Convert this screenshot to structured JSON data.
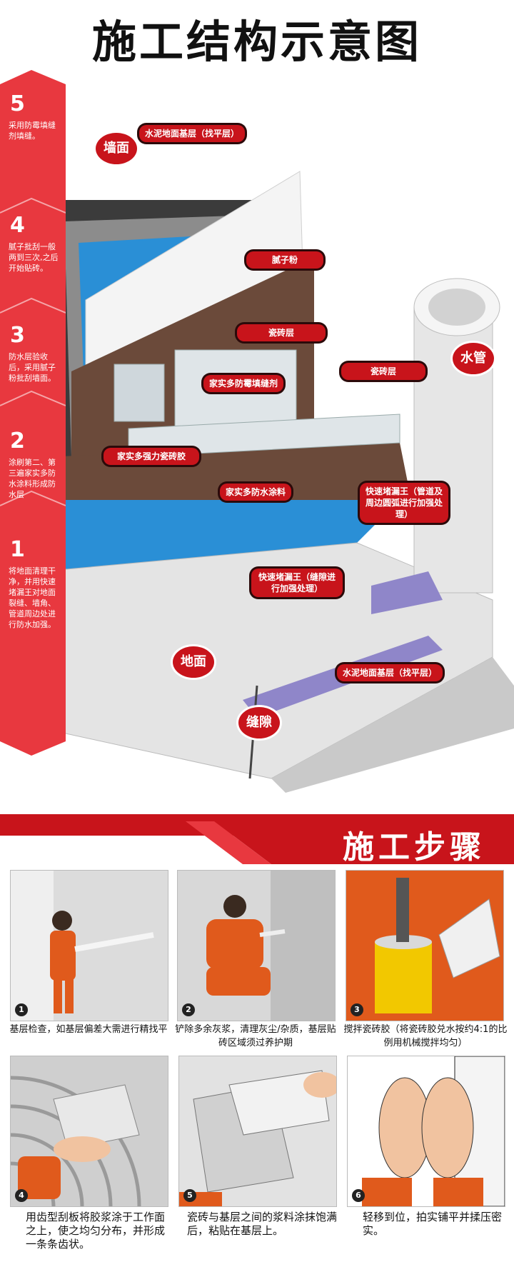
{
  "title": "施工结构示意图",
  "steps_sidebar": [
    {
      "num": "5",
      "text": "采用防霉填缝剂填缝。"
    },
    {
      "num": "4",
      "text": "腻子批刮一般两到三次,之后开始贴砖。"
    },
    {
      "num": "3",
      "text": "防水层验收后，采用腻子粉批刮墙面。"
    },
    {
      "num": "2",
      "text": "涂刷第二、第三遍家实多防水涂料形成防水层"
    },
    {
      "num": "1",
      "text": "将地面清理干净，并用快速堵漏王对地面裂缝、墙角、管道周边处进行防水加强。"
    }
  ],
  "callouts": {
    "wall_base": "水泥地面基层（找平层）",
    "putty": "腻子粉",
    "tile_layer_1": "瓷砖层",
    "tile_layer_2": "瓷砖层",
    "grout": "家实多防霉填缝剂",
    "tile_adhesive": "家实多强力瓷砖胶",
    "waterproof": "家实多防水涂料",
    "pipe_seal": "快速堵漏王（管道及周边圆弧进行加强处理）",
    "gap_seal": "快速堵漏王（缝隙进行加强处理）",
    "floor_base": "水泥地面基层（找平层）"
  },
  "bubbles": {
    "wall": "墙面",
    "pipe": "水管",
    "floor": "地面",
    "gap": "缝隙"
  },
  "steps_title": "施工步骤",
  "panels": [
    {
      "num": "1",
      "caption": "基层检查，如基层偏差大需进行精找平"
    },
    {
      "num": "2",
      "caption": "铲除多余灰浆，清理灰尘/杂质，基层贴砖区域须过养护期"
    },
    {
      "num": "3",
      "caption": "搅拌瓷砖胶（将瓷砖胶兑水按约4:1的比例用机械搅拌均匀）"
    },
    {
      "num": "4",
      "caption": "用齿型刮板将胶浆涂于工作面之上，使之均匀分布，并形成一条条齿状。"
    },
    {
      "num": "5",
      "caption": "瓷砖与基层之间的浆料涂抹饱满后，粘贴在基层上。"
    },
    {
      "num": "6",
      "caption": "轻移到位，拍实铺平并揉压密实。"
    }
  ],
  "colors": {
    "accent": "#c8141b",
    "worker": "#e05a1c",
    "blue": "#2a8fd6",
    "brown": "#6b4a3a"
  }
}
